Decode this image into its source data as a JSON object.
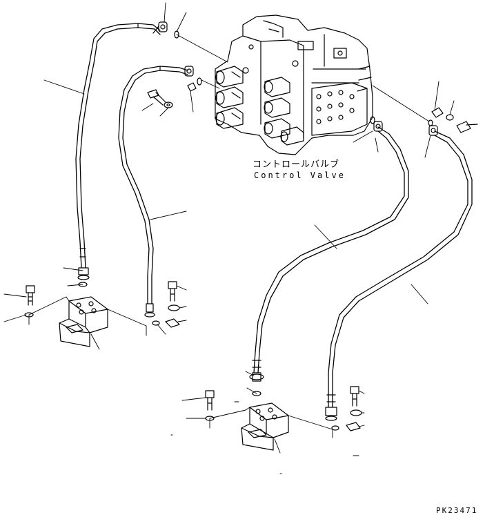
{
  "diagram": {
    "component_label_jp": "コントロールバルブ",
    "component_label_en": "Control Valve",
    "drawing_code": "PK23471"
  },
  "colors": {
    "line": "#000000",
    "background": "#ffffff"
  }
}
